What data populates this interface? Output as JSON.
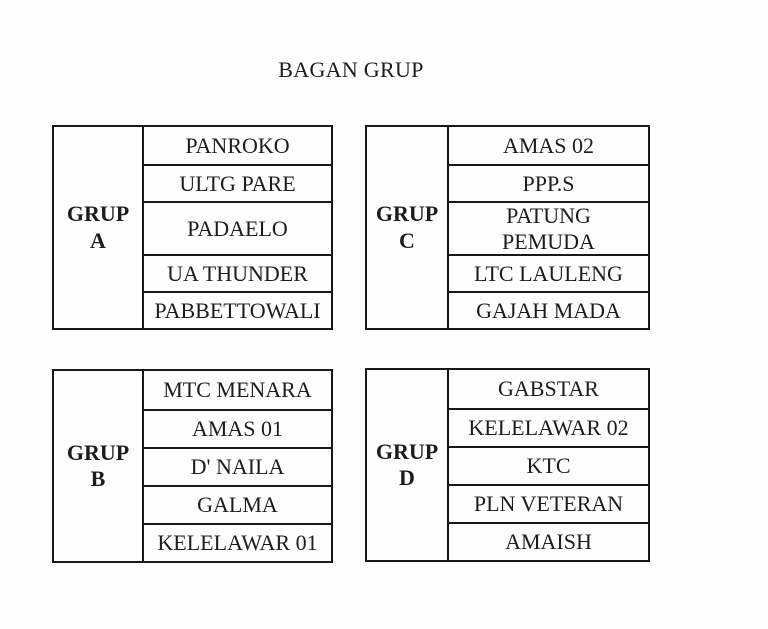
{
  "title": "BAGAN GRUP",
  "groups": [
    {
      "id": "A",
      "label": "GRUP\nA",
      "teams": [
        "PANROKO",
        "ULTG PARE",
        "PADAELO",
        "UA THUNDER",
        "PABBETTOWALI"
      ]
    },
    {
      "id": "C",
      "label": "GRUP\nC",
      "teams": [
        "AMAS 02",
        "PPP.S",
        "PATUNG\nPEMUDA",
        "LTC LAULENG",
        "GAJAH MADA"
      ]
    },
    {
      "id": "B",
      "label": "GRUP\nB",
      "teams": [
        "MTC MENARA",
        "AMAS 01",
        "D' NAILA",
        "GALMA",
        "KELELAWAR 01"
      ]
    },
    {
      "id": "D",
      "label": "GRUP\nD",
      "teams": [
        "GABSTAR",
        "KELELAWAR 02",
        "KTC",
        "PLN VETERAN",
        "AMAISH"
      ]
    }
  ]
}
